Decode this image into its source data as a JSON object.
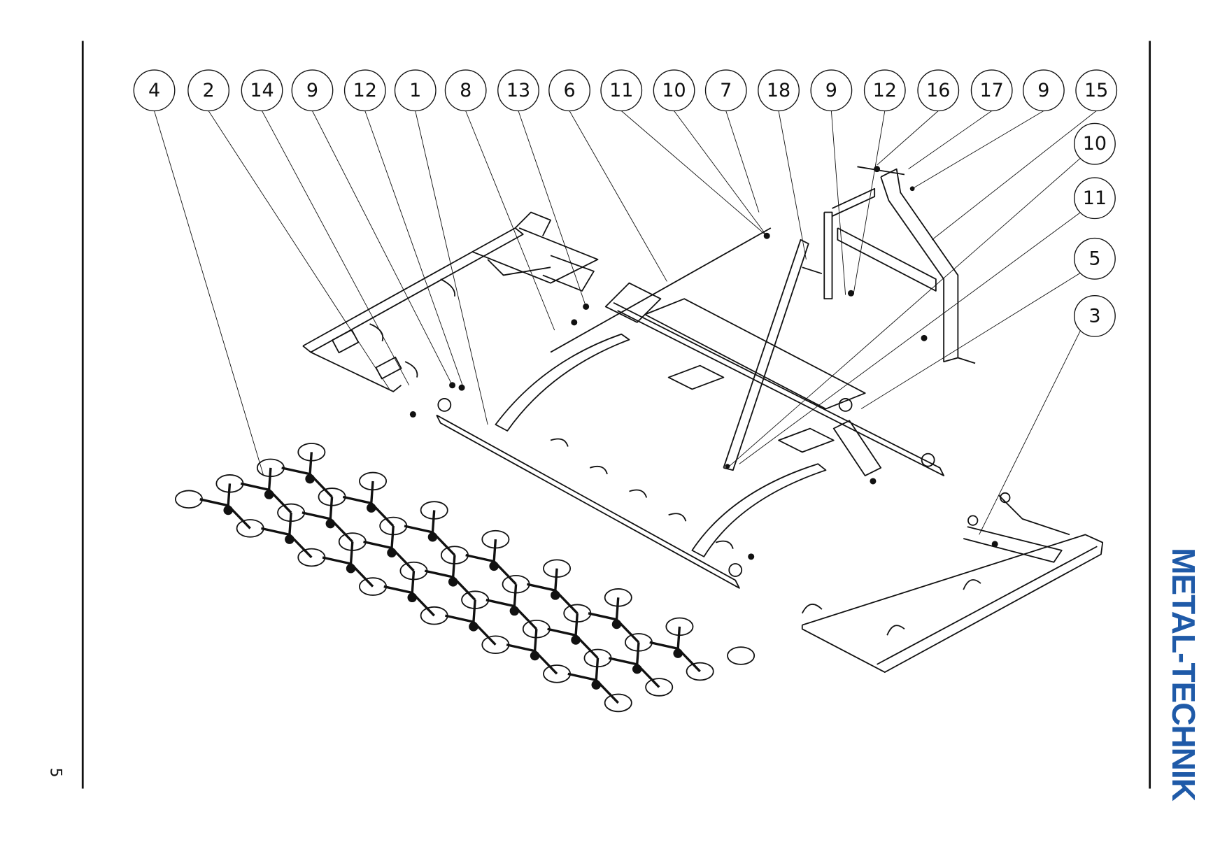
{
  "page_number": "5",
  "logo": {
    "text": "METAL-TECHNIK",
    "color_primary": "#1f5aa8",
    "color_secondary": "#9a9a9a"
  },
  "balloons": [
    "4",
    "2",
    "14",
    "9",
    "12",
    "1",
    "8",
    "13",
    "6",
    "11",
    "10",
    "7",
    "18",
    "9",
    "12",
    "16",
    "17",
    "9",
    "15",
    "10",
    "11",
    "5",
    "3"
  ]
}
